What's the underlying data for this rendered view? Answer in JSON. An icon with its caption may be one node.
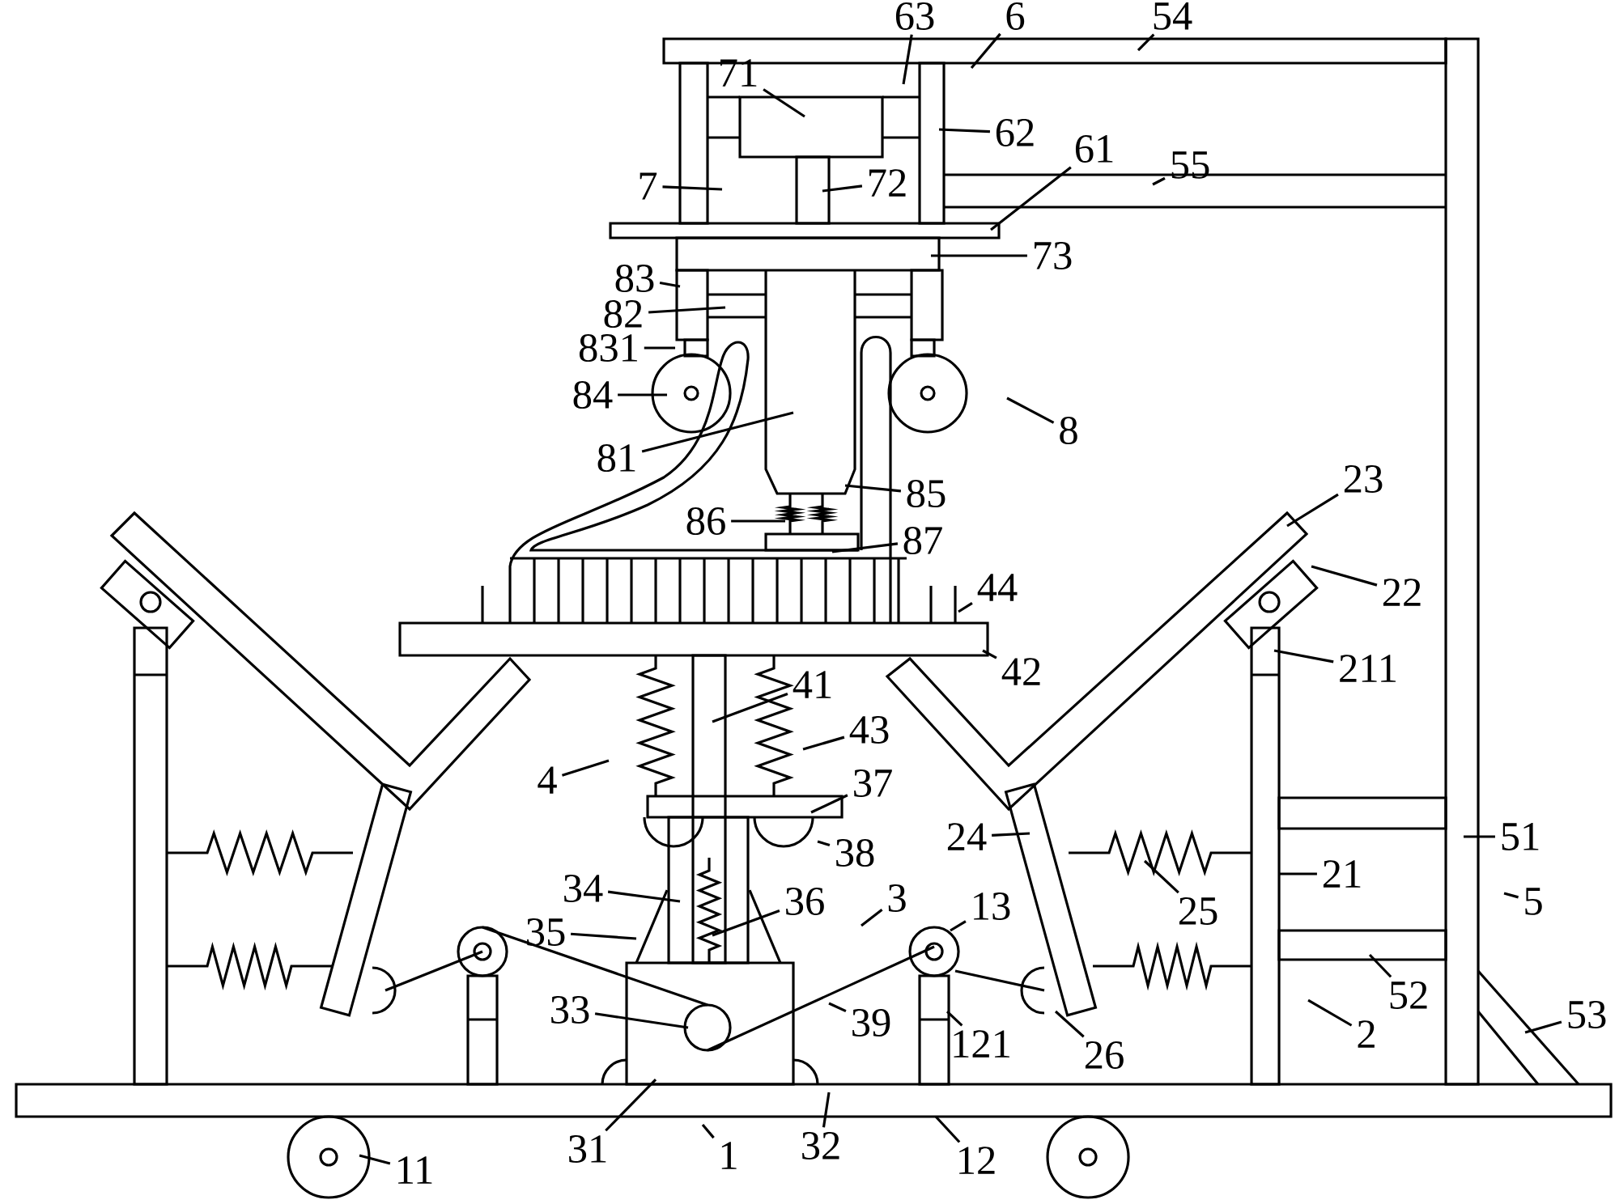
{
  "diagram": {
    "nodes": [
      {
        "text": [
          "54"
        ]
      },
      {
        "text": [
          "6"
        ]
      },
      {
        "text": [
          "71"
        ]
      },
      {
        "text": [
          "63"
        ]
      },
      {
        "text": [
          "62"
        ]
      },
      {
        "text": [
          "61"
        ]
      },
      {
        "text": [
          "55"
        ]
      },
      {
        "text": [
          "7"
        ]
      },
      {
        "text": [
          "72"
        ]
      },
      {
        "text": [
          "73"
        ]
      },
      {
        "text": [
          "83"
        ]
      },
      {
        "text": [
          "82"
        ]
      },
      {
        "text": [
          "831"
        ]
      },
      {
        "text": [
          "84"
        ]
      },
      {
        "text": [
          "8"
        ]
      },
      {
        "text": [
          "81"
        ]
      },
      {
        "text": [
          "23"
        ]
      },
      {
        "text": [
          "85"
        ]
      },
      {
        "text": [
          "86"
        ]
      },
      {
        "text": [
          "87"
        ]
      },
      {
        "text": [
          "44"
        ]
      },
      {
        "text": [
          "22"
        ]
      },
      {
        "text": [
          "42"
        ]
      },
      {
        "text": [
          "211"
        ]
      },
      {
        "text": [
          "41"
        ]
      },
      {
        "text": [
          "43"
        ]
      },
      {
        "text": [
          "4"
        ]
      },
      {
        "text": [
          "37"
        ]
      },
      {
        "text": [
          "24"
        ]
      },
      {
        "text": [
          "51"
        ]
      },
      {
        "text": [
          "38"
        ]
      },
      {
        "text": [
          "21"
        ]
      },
      {
        "text": [
          "34"
        ]
      },
      {
        "text": [
          "36"
        ]
      },
      {
        "text": [
          "3"
        ]
      },
      {
        "text": [
          "13"
        ]
      },
      {
        "text": [
          "25"
        ]
      },
      {
        "text": [
          "5"
        ]
      },
      {
        "text": [
          "35"
        ]
      },
      {
        "text": [
          "52"
        ]
      },
      {
        "text": [
          "33"
        ]
      },
      {
        "text": [
          "39"
        ]
      },
      {
        "text": [
          "53"
        ]
      },
      {
        "text": [
          "2"
        ]
      },
      {
        "text": [
          "121"
        ]
      },
      {
        "text": [
          "26"
        ]
      },
      {
        "text": [
          "31"
        ]
      },
      {
        "text": [
          "1"
        ]
      },
      {
        "text": [
          "32"
        ]
      },
      {
        "text": [
          "12"
        ]
      },
      {
        "text": [
          "11"
        ]
      }
    ],
    "edges": [
      {
        "from": 0,
        "to": null,
        "arrow": "none"
      },
      {
        "from": 1,
        "to": null,
        "arrow": "none"
      },
      {
        "from": 2,
        "to": null,
        "arrow": "none"
      },
      {
        "from": 3,
        "to": null,
        "arrow": "none"
      },
      {
        "from": 4,
        "to": null,
        "arrow": "none"
      },
      {
        "from": 5,
        "to": null,
        "arrow": "none"
      },
      {
        "from": 6,
        "to": null,
        "arrow": "none"
      },
      {
        "from": 7,
        "to": null,
        "arrow": "none"
      },
      {
        "from": 8,
        "to": null,
        "arrow": "none"
      },
      {
        "from": 9,
        "to": null,
        "arrow": "none"
      },
      {
        "from": 10,
        "to": null,
        "arrow": "none"
      },
      {
        "from": 11,
        "to": null,
        "arrow": "none"
      },
      {
        "from": 12,
        "to": null,
        "arrow": "none"
      },
      {
        "from": 13,
        "to": null,
        "arrow": "none"
      },
      {
        "from": 14,
        "to": null,
        "arrow": "none"
      },
      {
        "from": 15,
        "to": null,
        "arrow": "none"
      },
      {
        "from": 16,
        "to": null,
        "arrow": "none"
      },
      {
        "from": 17,
        "to": null,
        "arrow": "none"
      },
      {
        "from": 18,
        "to": null,
        "arrow": "none"
      },
      {
        "from": 19,
        "to": null,
        "arrow": "none"
      },
      {
        "from": 20,
        "to": null,
        "arrow": "none"
      },
      {
        "from": 21,
        "to": null,
        "arrow": "none"
      },
      {
        "from": 22,
        "to": null,
        "arrow": "none"
      },
      {
        "from": 23,
        "to": null,
        "arrow": "none"
      },
      {
        "from": 24,
        "to": null,
        "arrow": "none"
      },
      {
        "from": 25,
        "to": null,
        "arrow": "none"
      },
      {
        "from": 26,
        "to": null,
        "arrow": "none"
      },
      {
        "from": 27,
        "to": null,
        "arrow": "none"
      },
      {
        "from": 28,
        "to": null,
        "arrow": "none"
      },
      {
        "from": 29,
        "to": null,
        "arrow": "none"
      },
      {
        "from": 30,
        "to": null,
        "arrow": "none"
      },
      {
        "from": 31,
        "to": null,
        "arrow": "none"
      },
      {
        "from": 32,
        "to": null,
        "arrow": "none"
      },
      {
        "from": 33,
        "to": null,
        "arrow": "none"
      },
      {
        "from": 34,
        "to": null,
        "arrow": "none"
      },
      {
        "from": 35,
        "to": null,
        "arrow": "none"
      },
      {
        "from": 36,
        "to": null,
        "arrow": "none"
      },
      {
        "from": 37,
        "to": null,
        "arrow": "none"
      },
      {
        "from": 38,
        "to": null,
        "arrow": "none"
      },
      {
        "from": 39,
        "to": null,
        "arrow": "none"
      },
      {
        "from": 40,
        "to": null,
        "arrow": "none"
      },
      {
        "from": 41,
        "to": null,
        "arrow": "none"
      },
      {
        "from": 42,
        "to": null,
        "arrow": "none"
      },
      {
        "from": 43,
        "to": null,
        "arrow": "none"
      },
      {
        "from": 44,
        "to": null,
        "arrow": "none"
      },
      {
        "from": 45,
        "to": null,
        "arrow": "none"
      },
      {
        "from": 46,
        "to": null,
        "arrow": "none"
      },
      {
        "from": 47,
        "to": null,
        "arrow": "none"
      },
      {
        "from": 48,
        "to": null,
        "arrow": "none"
      },
      {
        "from": 49,
        "to": null,
        "arrow": "none"
      },
      {
        "from": 50,
        "to": null,
        "arrow": "none"
      }
    ]
  }
}
